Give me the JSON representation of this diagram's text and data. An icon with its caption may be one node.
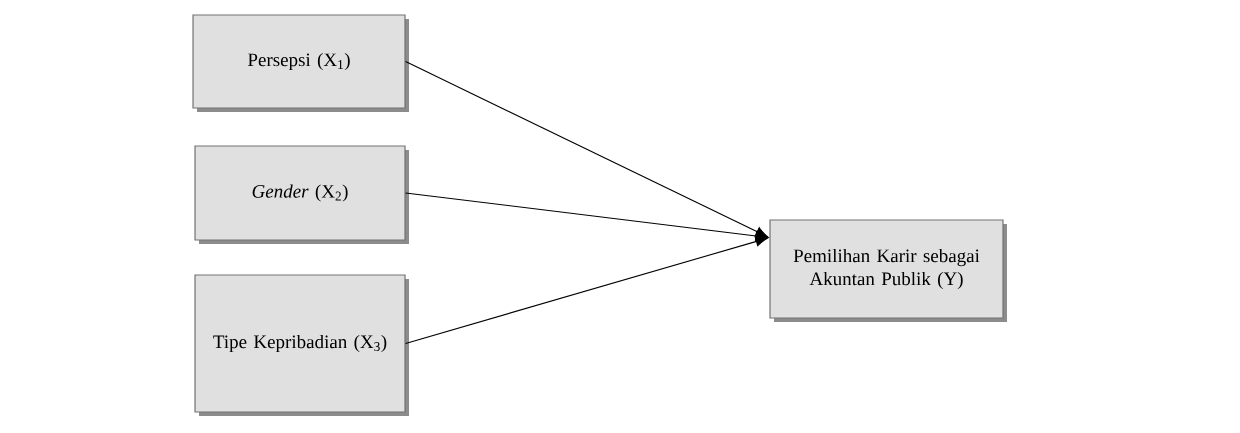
{
  "diagram": {
    "nodes": [
      {
        "text": [
          "Persepsi (X$_{1}$)"
        ]
      },
      {
        "text": [
          "*Gender* (X$_{2}$)"
        ]
      },
      {
        "text": [
          "Tipe Kepribadian (X$_{3}$)"
        ]
      },
      {
        "text": [
          "Pemilihan Karir sebagai Akuntan Publik (Y)"
        ]
      }
    ],
    "edges": [
      {
        "from": 0,
        "to": 3,
        "arrow": "to"
      },
      {
        "from": 1,
        "to": 3,
        "arrow": "to"
      },
      {
        "from": 2,
        "to": 3,
        "arrow": "to"
      }
    ]
  }
}
